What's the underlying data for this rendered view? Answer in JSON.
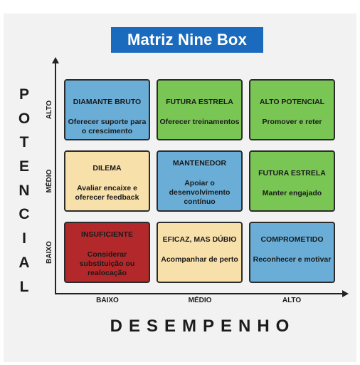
{
  "title": "Matriz Nine Box",
  "y_axis": {
    "label_letters": [
      "P",
      "O",
      "T",
      "E",
      "N",
      "C",
      "I",
      "A",
      "L"
    ],
    "ticks": {
      "high": "ALTO",
      "mid": "MÉDIO",
      "low": "BAIXO"
    }
  },
  "x_axis": {
    "label": "DESEMPENHO",
    "ticks": {
      "low": "BAIXO",
      "mid": "MÉDIO",
      "high": "ALTO"
    }
  },
  "colors": {
    "title_bg": "#1a6bbd",
    "blue": "#6aaed8",
    "green": "#7ac655",
    "tan": "#f8e0ab",
    "red": "#b3282a"
  },
  "cells": {
    "r1c1": {
      "label": "DIAMANTE BRUTO",
      "action": "Oferecer suporte para o crescimento"
    },
    "r1c2": {
      "label": "FUTURA ESTRELA",
      "action": "Oferecer treinamentos"
    },
    "r1c3": {
      "label": "ALTO POTENCIAL",
      "action": "Promover e reter"
    },
    "r2c1": {
      "label": "DILEMA",
      "action": "Avaliar encaixe e oferecer feedback"
    },
    "r2c2": {
      "label": "MANTENEDOR",
      "action": "Apoiar o desenvolvimento contínuo"
    },
    "r2c3": {
      "label": "FUTURA ESTRELA",
      "action": "Manter engajado"
    },
    "r3c1": {
      "label": "INSUFICIENTE",
      "action": "Considerar substituição ou realocação"
    },
    "r3c2": {
      "label": "EFICAZ, MAS DÚBIO",
      "action": "Acompanhar de perto"
    },
    "r3c3": {
      "label": "COMPROMETIDO",
      "action": "Reconhecer e motivar"
    }
  }
}
